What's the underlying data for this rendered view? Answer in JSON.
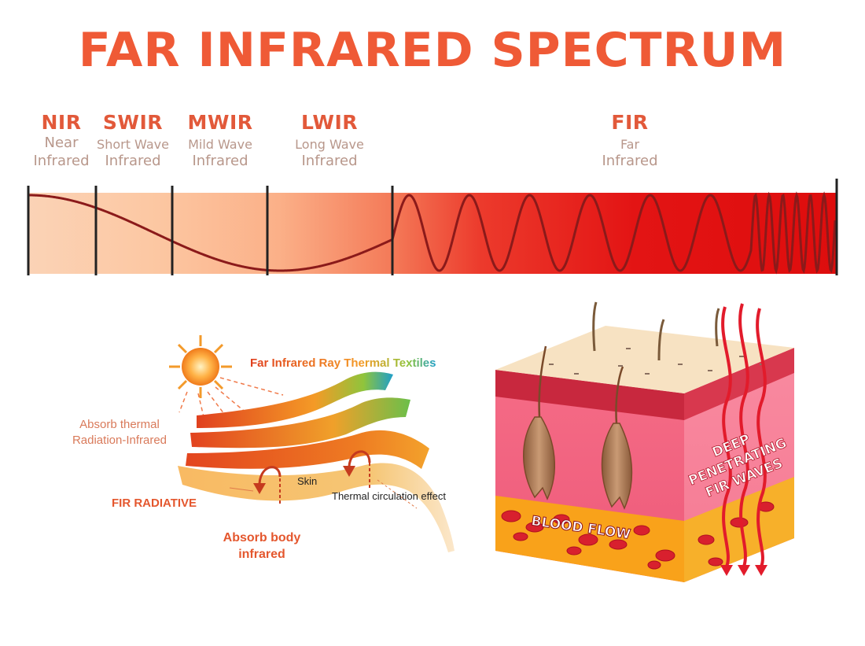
{
  "title": "FAR INFRARED SPECTRUM",
  "bands": [
    {
      "abbr": "NIR",
      "line1": "Near",
      "line2": "Infrared"
    },
    {
      "abbr": "SWIR",
      "line1": "Short Wave",
      "line2": "Infrared"
    },
    {
      "abbr": "MWIR",
      "line1": "Mild Wave",
      "line2": "Infrared"
    },
    {
      "abbr": "LWIR",
      "line1": "Long Wave",
      "line2": "Infrared"
    },
    {
      "abbr": "FIR",
      "line1": "Far",
      "line2": "Infrared"
    }
  ],
  "colors": {
    "title": "#ef5a36",
    "band_label": "#e2593a",
    "band_sub": "#b8978b",
    "wave": "#8b1a1a",
    "spectrum_light": "#fbd3b6",
    "spectrum_deep": "#e10e0e"
  },
  "textile_diagram": {
    "heading": "Far Infrared Ray Thermal Textiles",
    "absorb_thermal_1": "Absorb thermal",
    "absorb_thermal_2": "Radiation-Infrared",
    "skin": "Skin",
    "thermal_circulation": "Thermal circulation effect",
    "fir_radiative": "FIR RADIATIVE",
    "absorb_body_1": "Absorb body",
    "absorb_body_2": "infrared"
  },
  "skin_diagram": {
    "deep_1": "DEEP",
    "deep_2": "PENETRATING",
    "deep_3": "FIR WAVES",
    "blood_flow": "BLOOD FLOW"
  }
}
